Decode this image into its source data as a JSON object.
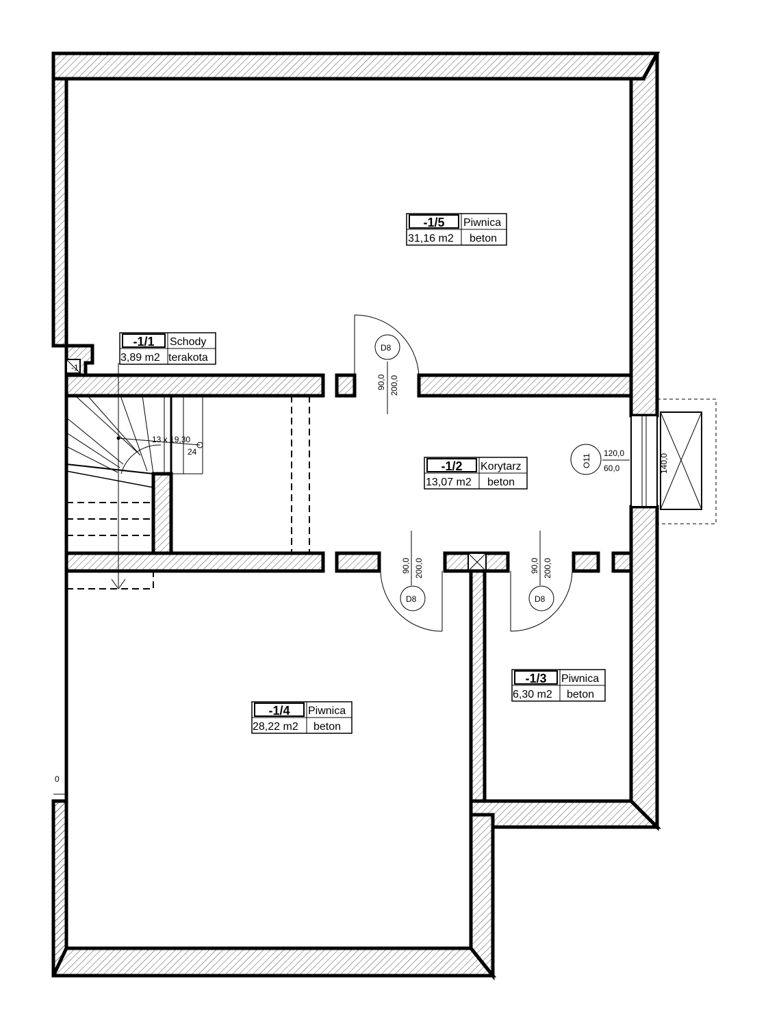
{
  "rooms": {
    "r15": {
      "number": "-1/5",
      "name": "Piwnica",
      "area": "31,16 m2",
      "floor": "beton"
    },
    "r11": {
      "number": "-1/1",
      "name": "Schody",
      "area": "3,89 m2",
      "floor": "terakota"
    },
    "r12": {
      "number": "-1/2",
      "name": "Korytarz",
      "area": "13,07 m2",
      "floor": "beton"
    },
    "r13": {
      "number": "-1/3",
      "name": "Piwnica",
      "area": "6,30 m2",
      "floor": "beton"
    },
    "r14": {
      "number": "-1/4",
      "name": "Piwnica",
      "area": "28,22 m2",
      "floor": "beton"
    }
  },
  "doors": {
    "top": {
      "code": "D8",
      "width": "90,0",
      "height": "200,0"
    },
    "bottom_left": {
      "code": "D8",
      "width": "90,0",
      "height": "200,0"
    },
    "bottom_right": {
      "code": "D8",
      "width": "90,0",
      "height": "200,0"
    }
  },
  "window": {
    "code": "O11",
    "width": "120,0",
    "height": "60,0",
    "sill": "140,0"
  },
  "stairs": {
    "spec": "13 x 19,30",
    "depth": "24"
  },
  "chimney": {
    "label": "-1"
  },
  "edge_mark": {
    "label": "0"
  }
}
